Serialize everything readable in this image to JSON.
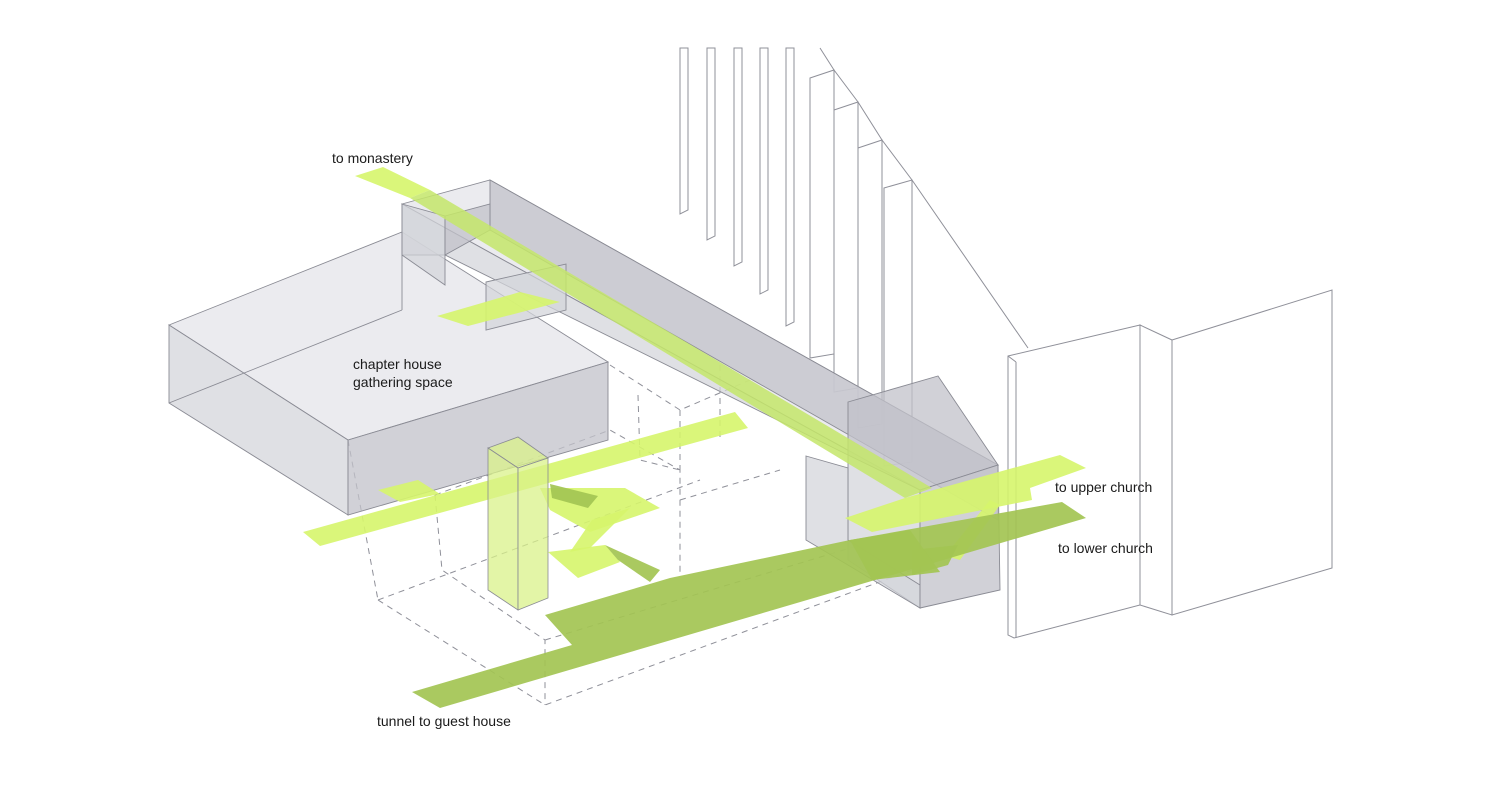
{
  "labels": {
    "monastery": "to monastery",
    "chapter_house_line1": "chapter house",
    "chapter_house_line2": "gathering space",
    "upper_church": "to upper church",
    "lower_church": "to lower church",
    "guest_house": "tunnel to guest house"
  },
  "colors": {
    "upper_path": "#d6f56b",
    "lower_path": "#a3c453",
    "massing": "#d3d4da",
    "outline": "#8f9099",
    "text": "#1a1a1a"
  }
}
